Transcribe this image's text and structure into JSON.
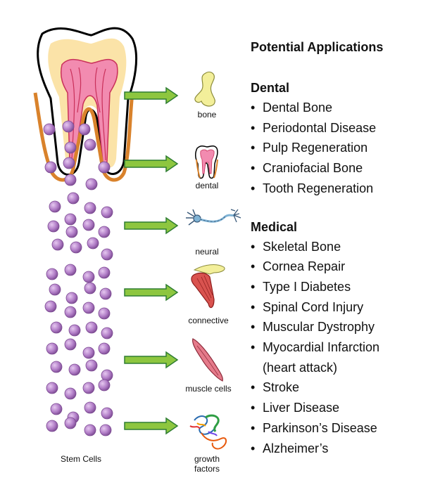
{
  "figure": {
    "title": "Potential Applications",
    "sections": [
      {
        "title": "Dental",
        "items": [
          {
            "text": "Dental Bone"
          },
          {
            "text": "Periodontal Disease"
          },
          {
            "text": "Pulp Regeneration"
          },
          {
            "text": "Craniofacial Bone"
          },
          {
            "text": "Tooth Regeneration"
          }
        ]
      },
      {
        "title": "Medical",
        "items": [
          {
            "text": "Skeletal Bone"
          },
          {
            "text": "Cornea Repair"
          },
          {
            "text": "Type I Diabetes"
          },
          {
            "text": "Spinal Cord Injury"
          },
          {
            "text": "Muscular Dystrophy"
          },
          {
            "text": "Myocardial Infarction",
            "continuation": "(heart attack)"
          },
          {
            "text": "Stroke"
          },
          {
            "text": "Liver Disease"
          },
          {
            "text": "Parkinson’s Disease"
          },
          {
            "text": "Alzheimer’s"
          }
        ]
      }
    ],
    "stem_cells_label": "Stem Cells",
    "targets": [
      {
        "label": "bone",
        "icon": "bone-icon"
      },
      {
        "label": "dental",
        "icon": "tooth-icon"
      },
      {
        "label": "neural",
        "icon": "neuron-icon"
      },
      {
        "label": "connective",
        "icon": "tendon-icon"
      },
      {
        "label": "muscle cells",
        "icon": "muscle-cell-icon"
      },
      {
        "label": "growth factors",
        "icon": "protein-icon"
      }
    ],
    "colors": {
      "arrow_fill": "#8dc63f",
      "arrow_stroke": "#2e7d32",
      "cell_purple": "#b07cc6",
      "tooth_outline": "#000000",
      "gum_orange": "#d9822b",
      "pulp_pink": "#f28bb0",
      "dentin_yellow": "#fbe3a8"
    }
  }
}
